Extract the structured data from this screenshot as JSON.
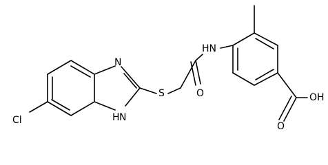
{
  "diagram": {
    "type": "chemical-structure",
    "atoms": {
      "chlorine": "Cl",
      "sulfur": "S",
      "imidazole_nitrogen": "N",
      "imidazole_nh": "H",
      "imidazole_nh_n": "N",
      "amide_nh": "HN",
      "amide_oxygen": "O",
      "acid_oxygen": "O",
      "acid_hydroxyl": "OH"
    },
    "colors": {
      "bond": "#000000",
      "label": "#000000",
      "background": "#ffffff"
    }
  }
}
